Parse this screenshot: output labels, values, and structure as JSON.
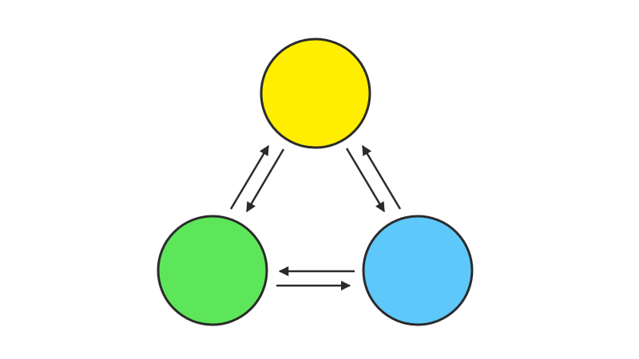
{
  "diagram": {
    "nodes": [
      {
        "id": "yellow",
        "color": "#ffee00"
      },
      {
        "id": "green",
        "color": "#5ee65a"
      },
      {
        "id": "blue",
        "color": "#5ec8fa"
      }
    ],
    "edges": [
      {
        "from": "green",
        "to": "yellow"
      },
      {
        "from": "yellow",
        "to": "green"
      },
      {
        "from": "yellow",
        "to": "blue"
      },
      {
        "from": "blue",
        "to": "yellow"
      },
      {
        "from": "blue",
        "to": "green"
      },
      {
        "from": "green",
        "to": "blue"
      }
    ],
    "stroke_color": "#2b2b2b"
  }
}
